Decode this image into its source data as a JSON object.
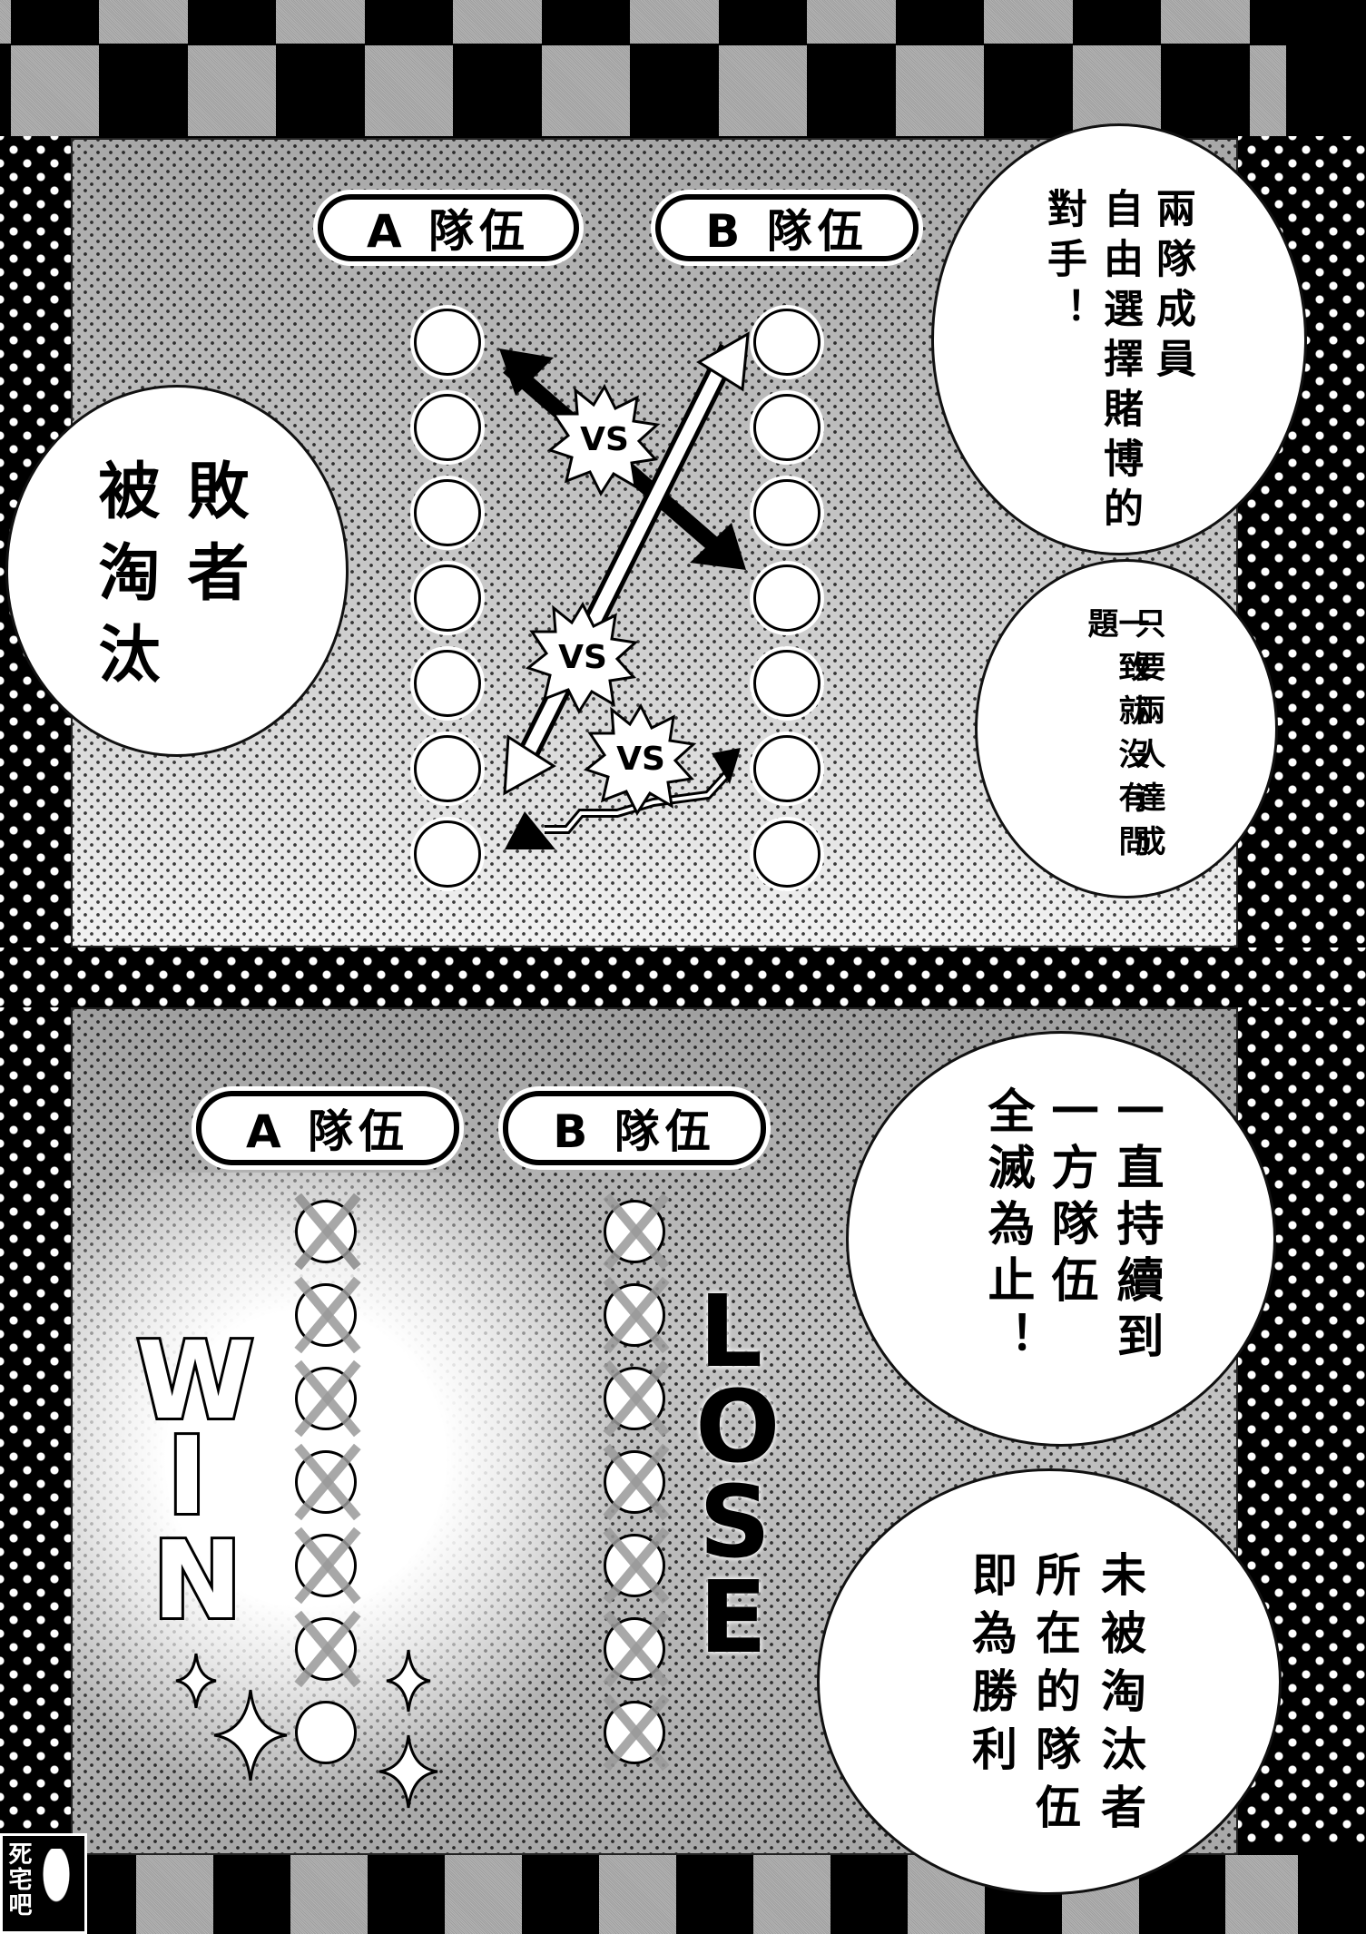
{
  "top_panel": {
    "team_a_label": "A 隊伍",
    "team_b_label": "B 隊伍",
    "members_per_team": 7,
    "vs_labels": [
      "VS",
      "VS",
      "VS"
    ],
    "bubble_left": [
      "被淘汰",
      "敗者"
    ],
    "bubble_right_large": [
      "對手！",
      "自由選擇賭博的",
      "兩隊成員"
    ],
    "bubble_right_small": [
      "一致就沒有問題",
      "只要兩人達成"
    ]
  },
  "bottom_panel": {
    "team_a_label": "A 隊伍",
    "team_b_label": "B 隊伍",
    "team_a_eliminated": 6,
    "team_a_remaining": 1,
    "team_b_eliminated": 7,
    "win_text": [
      "W",
      "I",
      "N"
    ],
    "lose_text": [
      "L",
      "O",
      "S",
      "E"
    ],
    "bubble_upper": [
      "全滅為止！",
      "一方隊伍",
      "一直持續到"
    ],
    "bubble_lower": [
      "即為勝利",
      "所在的隊伍",
      "未被淘汰者"
    ]
  },
  "logo": {
    "text": "死宅吧"
  },
  "colors": {
    "ink": "#000000",
    "paper": "#ffffff",
    "screentone": "#aaaaaa",
    "eliminated_x": "#999999"
  }
}
